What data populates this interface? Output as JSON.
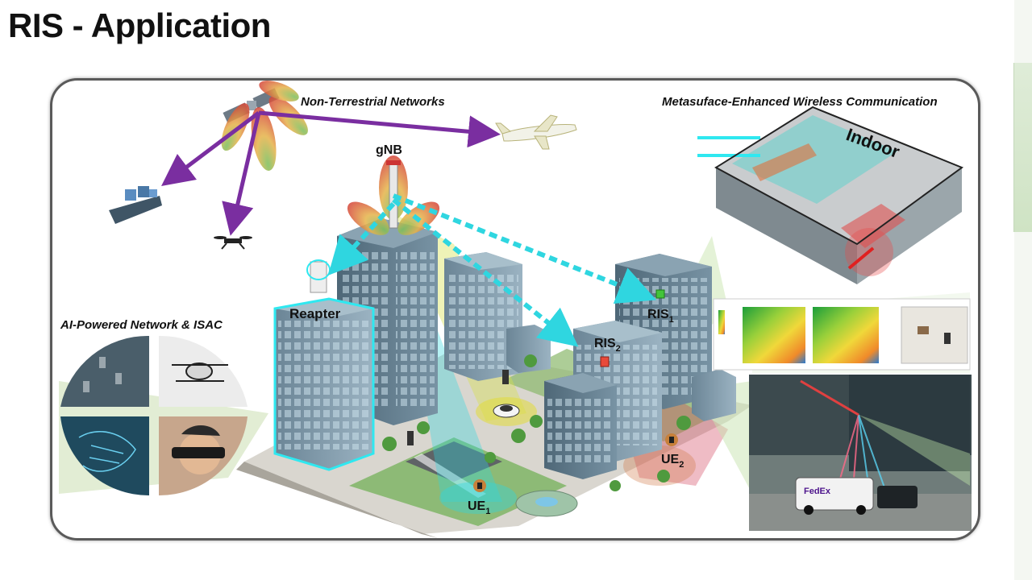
{
  "slide": {
    "title": "RIS - Application"
  },
  "diagram": {
    "labels": {
      "ntn": "Non-Terrestrial Networks",
      "metasurface": "Metasuface-Enhanced Wireless Communication",
      "ai": "AI-Powered Network & ISAC",
      "indoor": "Indoor",
      "gnb": "gNB",
      "repeater": "Reapter",
      "ris1_base": "RIS",
      "ris1_sub": "1",
      "ris2_base": "RIS",
      "ris2_sub": "2",
      "ue1_base": "UE",
      "ue1_sub": "1",
      "ue2_base": "UE",
      "ue2_sub": "2",
      "van_brand": "FedEx"
    },
    "colors": {
      "ntn_arrows": "#7a2ea0",
      "beam_cyan": "#2fd6e0",
      "beam_yellow": "#d8e24a",
      "beam_red": "#d0405a",
      "ris_green": "#43c43a",
      "ris_red": "#e84a3a"
    }
  }
}
